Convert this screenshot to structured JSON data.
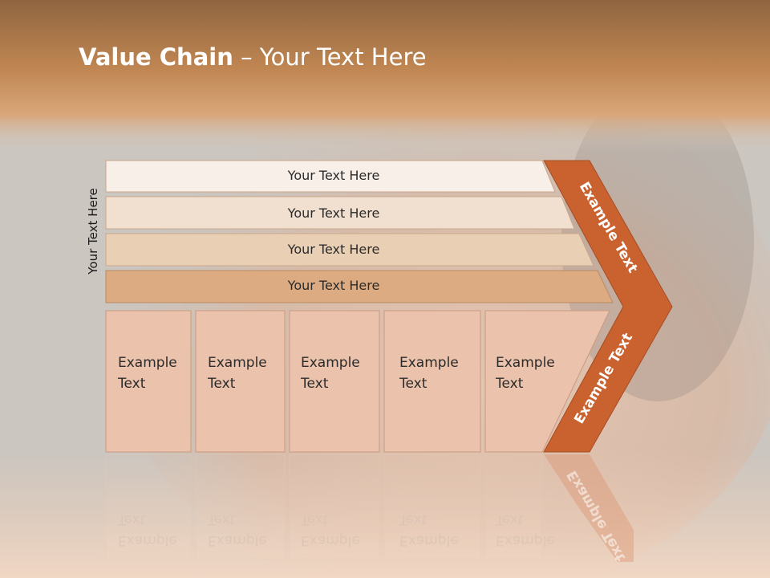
{
  "slide": {
    "title_bold": "Value Chain",
    "title_rest": " – Your Text Here",
    "side_label": "Your Text Here"
  },
  "bars": [
    {
      "label": "Your Text Here",
      "fill": "#f8efe8"
    },
    {
      "label": "Your Text Here",
      "fill": "#f1e0cf"
    },
    {
      "label": "Your Text Here",
      "fill": "#e9cfb3"
    },
    {
      "label": "Your Text Here",
      "fill": "#dcab82"
    }
  ],
  "boxes": [
    {
      "line1": "Example",
      "line2": "Text"
    },
    {
      "line1": "Example",
      "line2": "Text"
    },
    {
      "line1": "Example",
      "line2": "Text"
    },
    {
      "line1": "Example",
      "line2": "Text"
    },
    {
      "line1": "Example",
      "line2": "Text"
    }
  ],
  "chevron": {
    "upper_label": "Example Text",
    "lower_label": "Example Text",
    "fill": "#c9622f"
  },
  "colors": {
    "header": "#b47540",
    "box_fill": "#ebc3ac",
    "box_border": "#c99a80"
  }
}
